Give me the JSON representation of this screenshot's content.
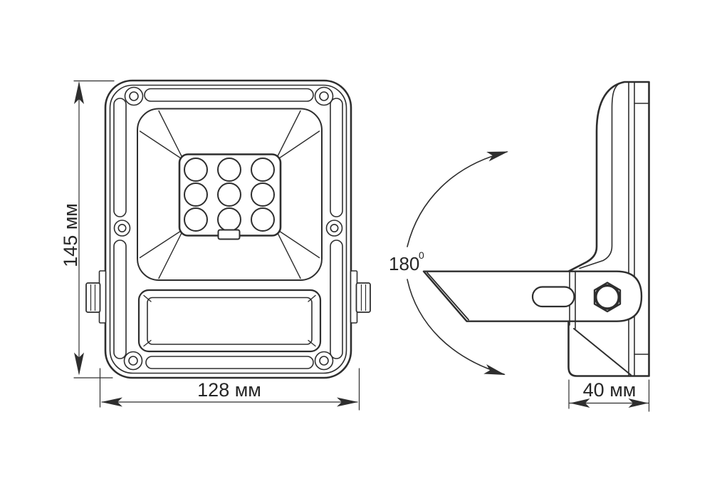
{
  "figure": {
    "background": "#ffffff",
    "line_color": "#2e2e2e",
    "views": {
      "front": {
        "led_grid": {
          "rows": 3,
          "cols": 3
        }
      },
      "side": {
        "bracket": "adjustable-arm"
      }
    }
  },
  "dimensions": {
    "height": "145 мм",
    "width": "128 мм",
    "depth": "40 мм",
    "rotation_angle": "180",
    "rotation_sup": "0"
  }
}
